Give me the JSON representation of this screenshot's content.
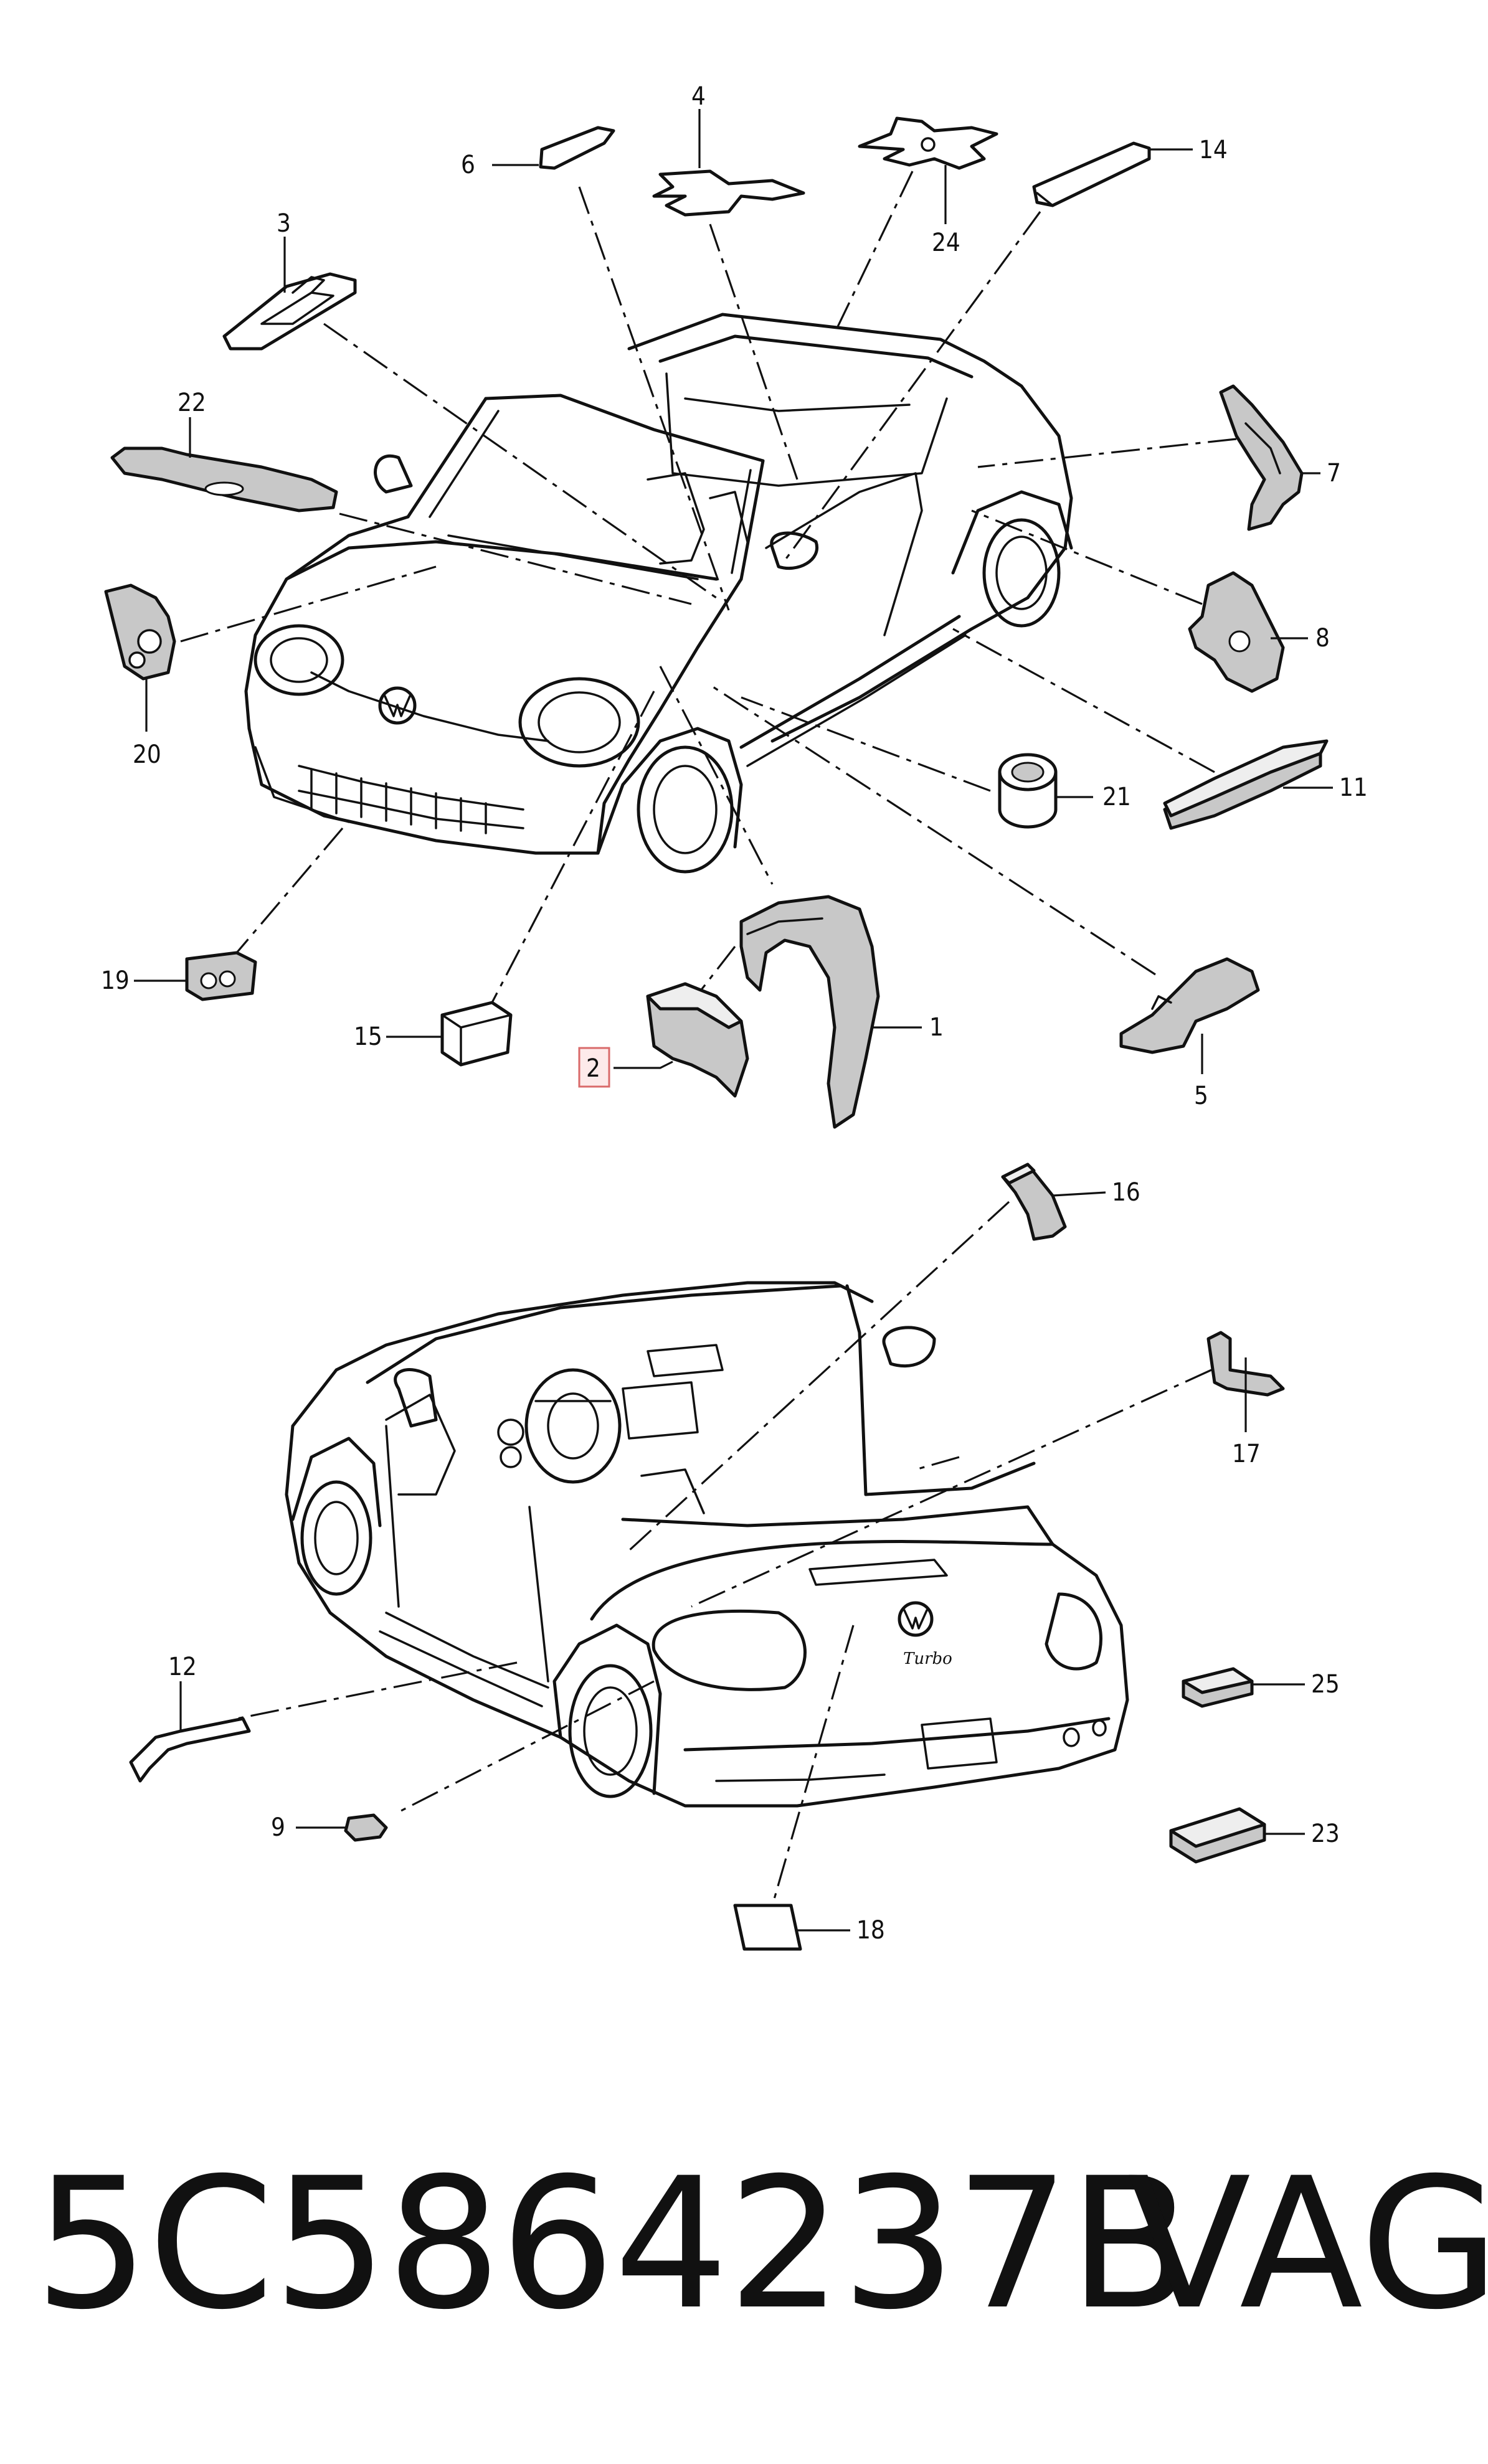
{
  "diagram": {
    "callouts": {
      "c1": "1",
      "c2": "2",
      "c3": "3",
      "c4": "4",
      "c5": "5",
      "c6": "6",
      "c7": "7",
      "c8": "8",
      "c9": "9",
      "c11": "11",
      "c12": "12",
      "c14": "14",
      "c15": "15",
      "c16": "16",
      "c17": "17",
      "c18": "18",
      "c19": "19",
      "c20": "20",
      "c21": "21",
      "c22": "22",
      "c23": "23",
      "c24": "24",
      "c25": "25"
    },
    "highlighted_callout": "2",
    "highlight_color": "#d96a6a",
    "rear_badge_text": "Turbo"
  },
  "footer": {
    "part_number": "5C5864237B",
    "brand": "VAG"
  }
}
